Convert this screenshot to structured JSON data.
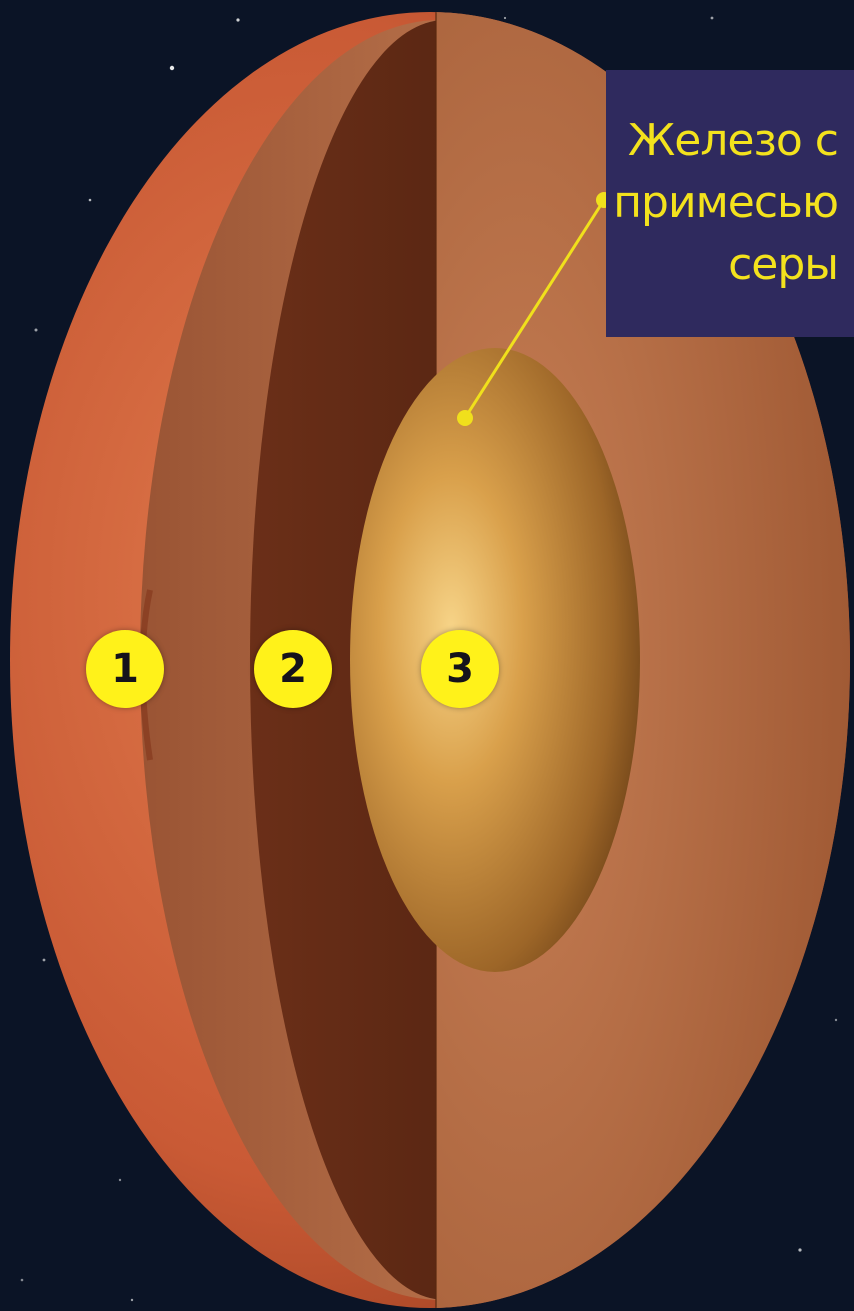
{
  "callout": {
    "lines": [
      "Железо с",
      "примесью",
      "серы"
    ]
  },
  "layers": [
    {
      "number": "1"
    },
    {
      "number": "2"
    },
    {
      "number": "3"
    }
  ],
  "colors": {
    "background": "#0b1426",
    "callout_box": "#2f2a5e",
    "callout_text": "#f3e21d",
    "badge": "#fff21a",
    "leader_line": "#f0e01c"
  }
}
